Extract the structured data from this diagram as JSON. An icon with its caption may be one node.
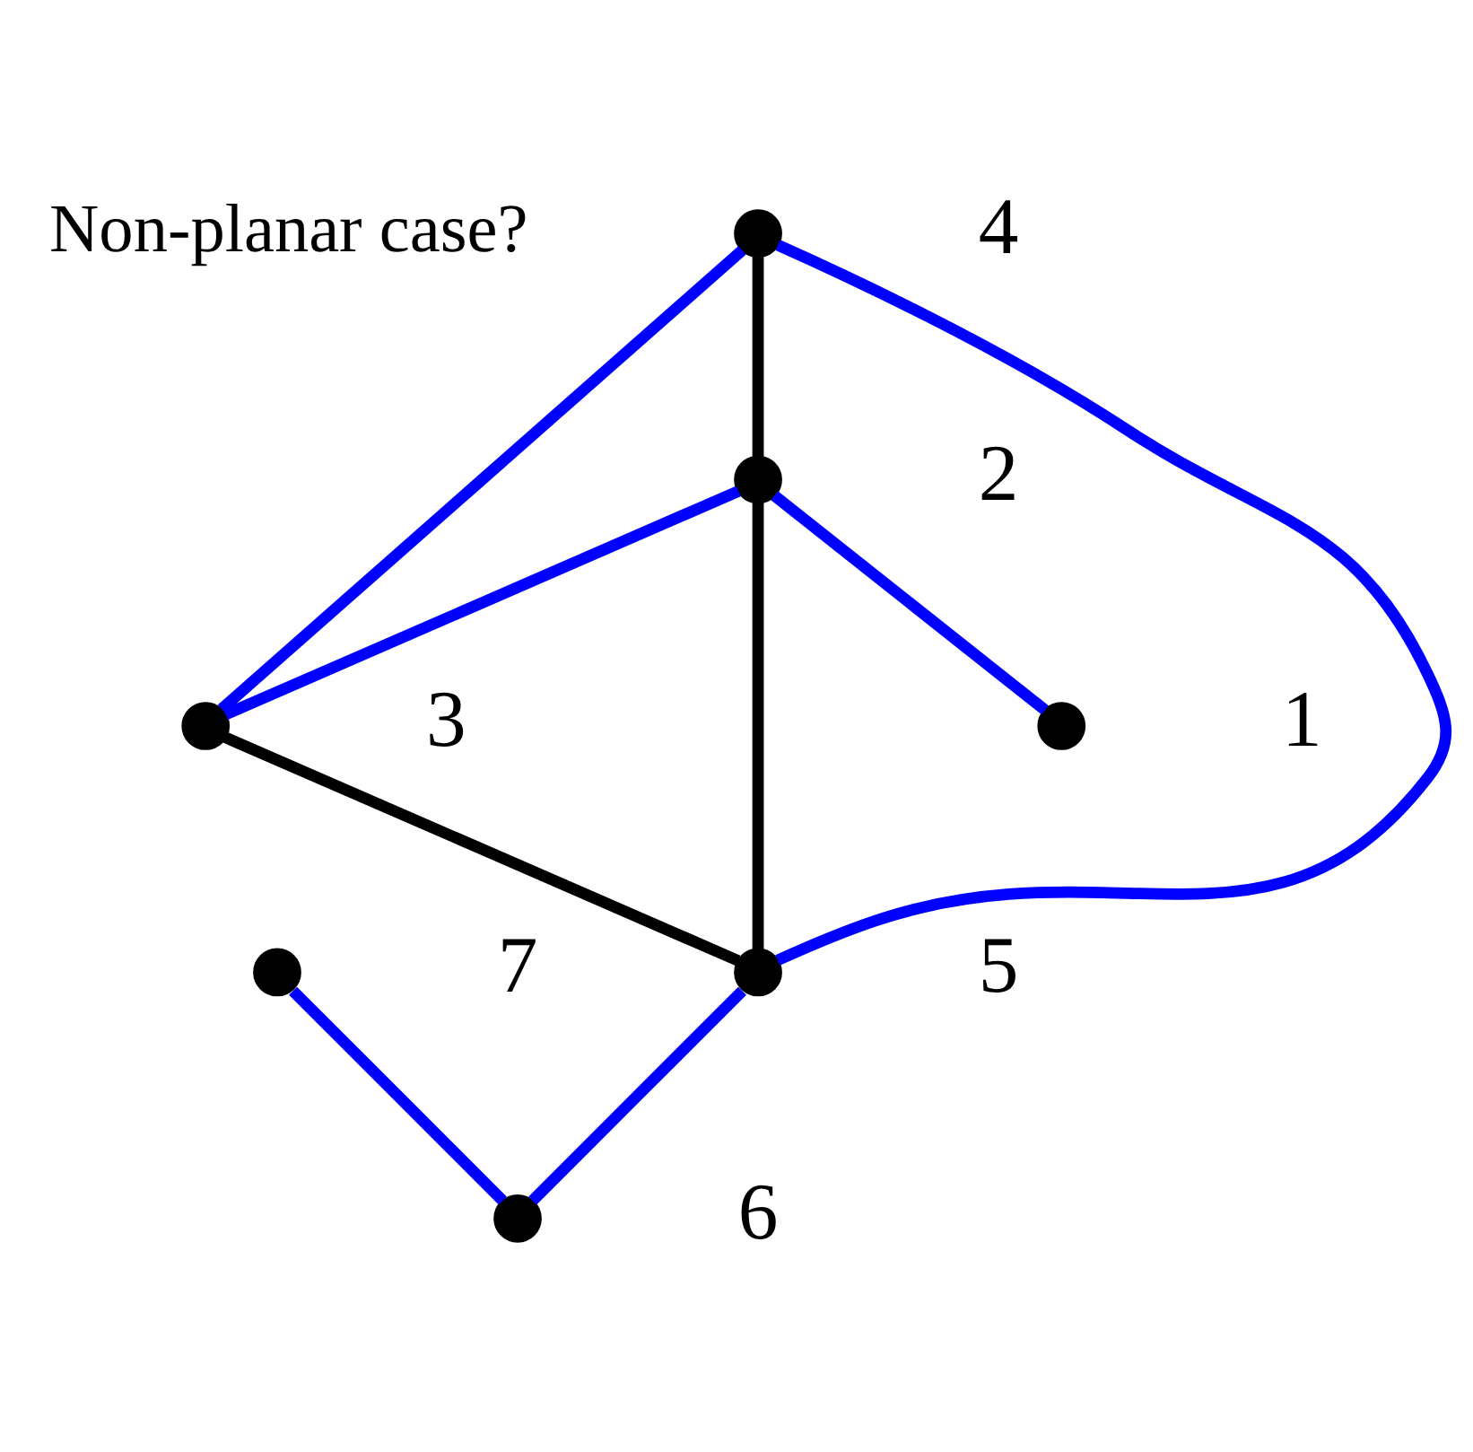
{
  "diagram": {
    "nodes": [
      {
        "text": [],
        "shape": "circle",
        "beside": [
          "7"
        ]
      },
      {
        "text": [],
        "shape": "circle",
        "beside": [
          "4"
        ]
      },
      {
        "text": [],
        "shape": "circle",
        "beside": [
          "6"
        ]
      },
      {
        "text": [],
        "shape": "circle",
        "beside": [
          "2"
        ]
      },
      {
        "text": [],
        "shape": "circle",
        "beside": [
          "3"
        ]
      },
      {
        "text": [],
        "shape": "circle",
        "beside": [
          "5"
        ]
      },
      {
        "text": [],
        "shape": "circle",
        "beside": [
          "1"
        ]
      }
    ],
    "edges": [
      {
        "from": 0,
        "to": 2,
        "arrow": "none"
      },
      {
        "from": 1,
        "to": 4,
        "arrow": "none"
      },
      {
        "from": 1,
        "to": 5,
        "arrow": "none"
      },
      {
        "from": 1,
        "to": 3,
        "arrow": "none",
        "color": "#000000"
      },
      {
        "from": 3,
        "to": 4,
        "arrow": "none"
      },
      {
        "from": 3,
        "to": 5,
        "arrow": "none",
        "color": "#000000"
      },
      {
        "from": 4,
        "to": 5,
        "arrow": "none",
        "color": "#000000"
      },
      {
        "from": 3,
        "to": 6,
        "arrow": "none"
      },
      {
        "from": 5,
        "to": 2,
        "arrow": "none"
      }
    ],
    "labels": [
      "Non-planar case?"
    ]
  }
}
